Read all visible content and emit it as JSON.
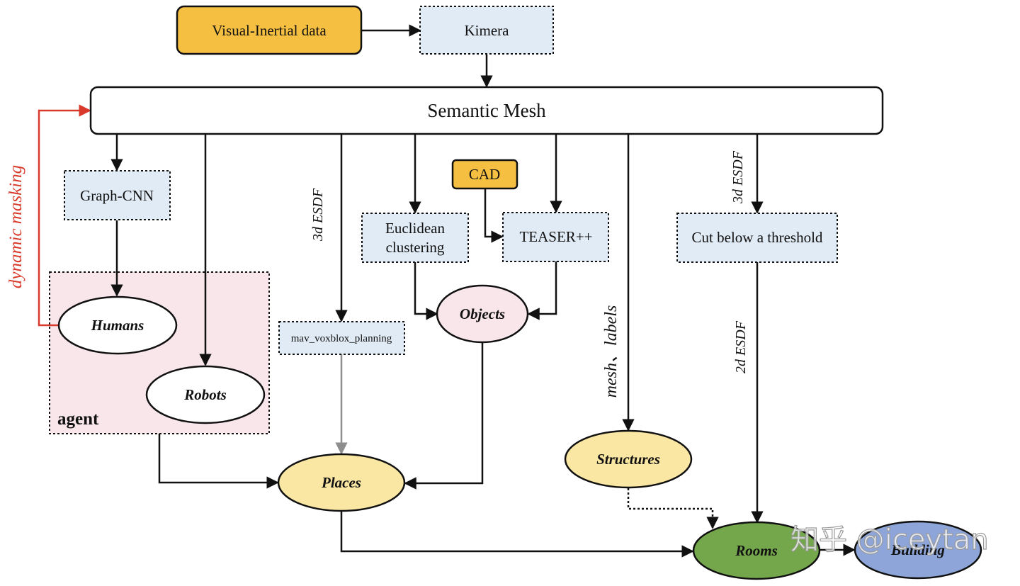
{
  "nodes": {
    "visual_inertial": "Visual-Inertial data",
    "kimera": "Kimera",
    "semantic_mesh": "Semantic Mesh",
    "graph_cnn": "Graph-CNN",
    "cad": "CAD",
    "euclidean_1": "Euclidean",
    "euclidean_2": "clustering",
    "teaser": "TEASER++",
    "cut_threshold": "Cut below a threshold",
    "mav_planning": "mav_voxblox_planning",
    "humans": "Humans",
    "robots": "Robots",
    "agent": "agent",
    "objects": "Objects",
    "places": "Places",
    "structures": "Structures",
    "rooms": "Rooms",
    "building": "Building"
  },
  "edge_labels": {
    "dynamic_masking": "dynamic masking",
    "esdf_3d_left": "3d ESDF",
    "esdf_3d_right": "3d ESDF",
    "mesh_labels": "mesh、labels",
    "esdf_2d": "2d ESDF"
  },
  "watermark": "知乎 @iceytan",
  "colors": {
    "orange": "#F5BF42",
    "light_blue": "#E1EBF5",
    "pink": "#F8E6EB",
    "light_yellow": "#FBE7A4",
    "green": "#74A64C",
    "blue": "#8DA5D8",
    "red": "#D9392B",
    "gray_arrow": "#8E8E8E"
  }
}
